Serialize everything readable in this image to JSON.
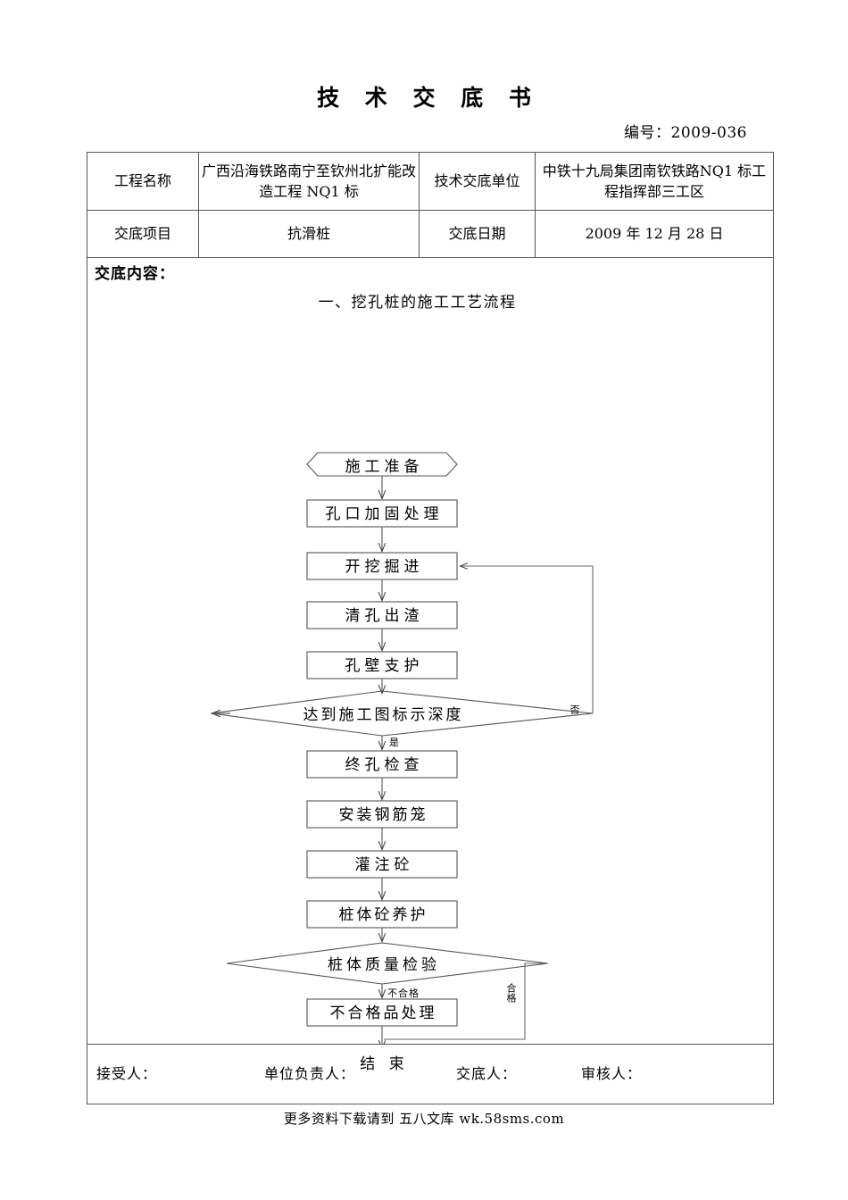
{
  "document": {
    "title": "技 术 交 底 书",
    "number_label": "编号：2009-036"
  },
  "info_table": {
    "rows": [
      {
        "label1": "工程名称",
        "value1": "广西沿海铁路南宁至钦州北扩能改造工程 NQ1 标",
        "label2": "技术交底单位",
        "value2": "中铁十九局集团南钦铁路NQ1 标工程指挥部三工区"
      },
      {
        "label1": "交底项目",
        "value1": "抗滑桩",
        "label2": "交底日期",
        "value2": "2009 年 12 月 28 日"
      }
    ]
  },
  "content": {
    "label": "交底内容：",
    "heading": "一、挖孔桩的施工工艺流程"
  },
  "flowchart": {
    "type": "flowchart",
    "nodes": [
      {
        "id": "n1",
        "text": "施工准备",
        "shape": "terminator-octagon"
      },
      {
        "id": "n2",
        "text": "孔口加固处理",
        "shape": "rectangle"
      },
      {
        "id": "n3",
        "text": "开挖掘进",
        "shape": "rectangle"
      },
      {
        "id": "n4",
        "text": "清孔出渣",
        "shape": "rectangle"
      },
      {
        "id": "n5",
        "text": "孔壁支护",
        "shape": "rectangle"
      },
      {
        "id": "n6",
        "text": "达到施工图标示深度",
        "shape": "diamond"
      },
      {
        "id": "n7",
        "text": "终孔检查",
        "shape": "rectangle"
      },
      {
        "id": "n8",
        "text": "安装钢筋笼",
        "shape": "rectangle"
      },
      {
        "id": "n9",
        "text": "灌注砼",
        "shape": "rectangle"
      },
      {
        "id": "n10",
        "text": "桩体砼养护",
        "shape": "rectangle"
      },
      {
        "id": "n11",
        "text": "桩体质量检验",
        "shape": "diamond"
      },
      {
        "id": "n12",
        "text": "不合格品处理",
        "shape": "rectangle"
      },
      {
        "id": "n13",
        "text": "结  束",
        "shape": "terminator-stadium"
      }
    ],
    "edge_labels": {
      "no_depth": "否",
      "yes_depth": "是",
      "fail_quality": "不合格",
      "pass_quality": "合格"
    }
  },
  "signature_row": {
    "fields": [
      "接受人：",
      "单位负责人：",
      "交底人：",
      "审核人："
    ]
  },
  "footer": {
    "note": "更多资料下载请到 五八文库 wk.58sms.com"
  }
}
